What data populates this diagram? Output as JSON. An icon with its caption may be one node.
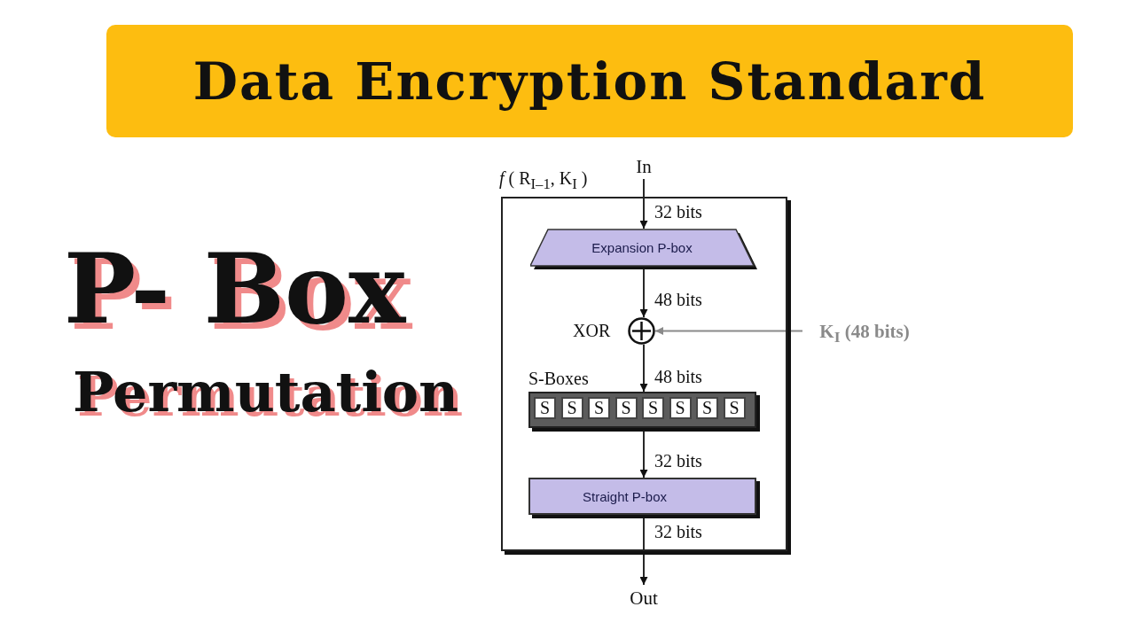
{
  "diagram": {
    "title": "Data Encryption Standard",
    "nodes": [
      {
        "text": [
          "*f* ( R$_{I–1}$, K$_{I}$ )"
        ]
      },
      {
        "text": [
          "In"
        ]
      },
      {
        "text": [
          "Expansion P-box"
        ],
        "in": 0
      },
      {
        "text": [],
        "shape": "circle",
        "beside": [
          "XOR"
        ],
        "in": 0
      },
      {
        "text": [
          "K$_{I}$ (48 bits)"
        ]
      },
      {
        "text": [
          "S-Boxes"
        ],
        "in": 0
      },
      {
        "text": [
          "S"
        ],
        "in": 5
      },
      {
        "text": [
          "S"
        ],
        "in": 5
      },
      {
        "text": [
          "S"
        ],
        "in": 5
      },
      {
        "text": [
          "S"
        ],
        "in": 5
      },
      {
        "text": [
          "S"
        ],
        "in": 5
      },
      {
        "text": [
          "S"
        ],
        "in": 5
      },
      {
        "text": [
          "S"
        ],
        "in": 5
      },
      {
        "text": [
          "S"
        ],
        "in": 5
      },
      {
        "text": [
          "Straight P-box"
        ],
        "in": 0
      },
      {
        "text": [
          "Out"
        ]
      }
    ],
    "edges": [
      {
        "from": 1,
        "to": 2,
        "arrow": "to",
        "label": "32 bits"
      },
      {
        "from": 2,
        "to": 3,
        "arrow": "to",
        "label": "48 bits"
      },
      {
        "from": 4,
        "to": 3,
        "arrow": "to",
        "color": "#8a8a8a"
      },
      {
        "from": 3,
        "to": 5,
        "arrow": "to",
        "label": "48 bits"
      },
      {
        "from": 5,
        "to": 14,
        "arrow": "to",
        "label": "32 bits"
      },
      {
        "from": 14,
        "to": 15,
        "arrow": "to",
        "label": "32 bits"
      }
    ],
    "labels": [
      "P- Box",
      "Permutation"
    ]
  }
}
